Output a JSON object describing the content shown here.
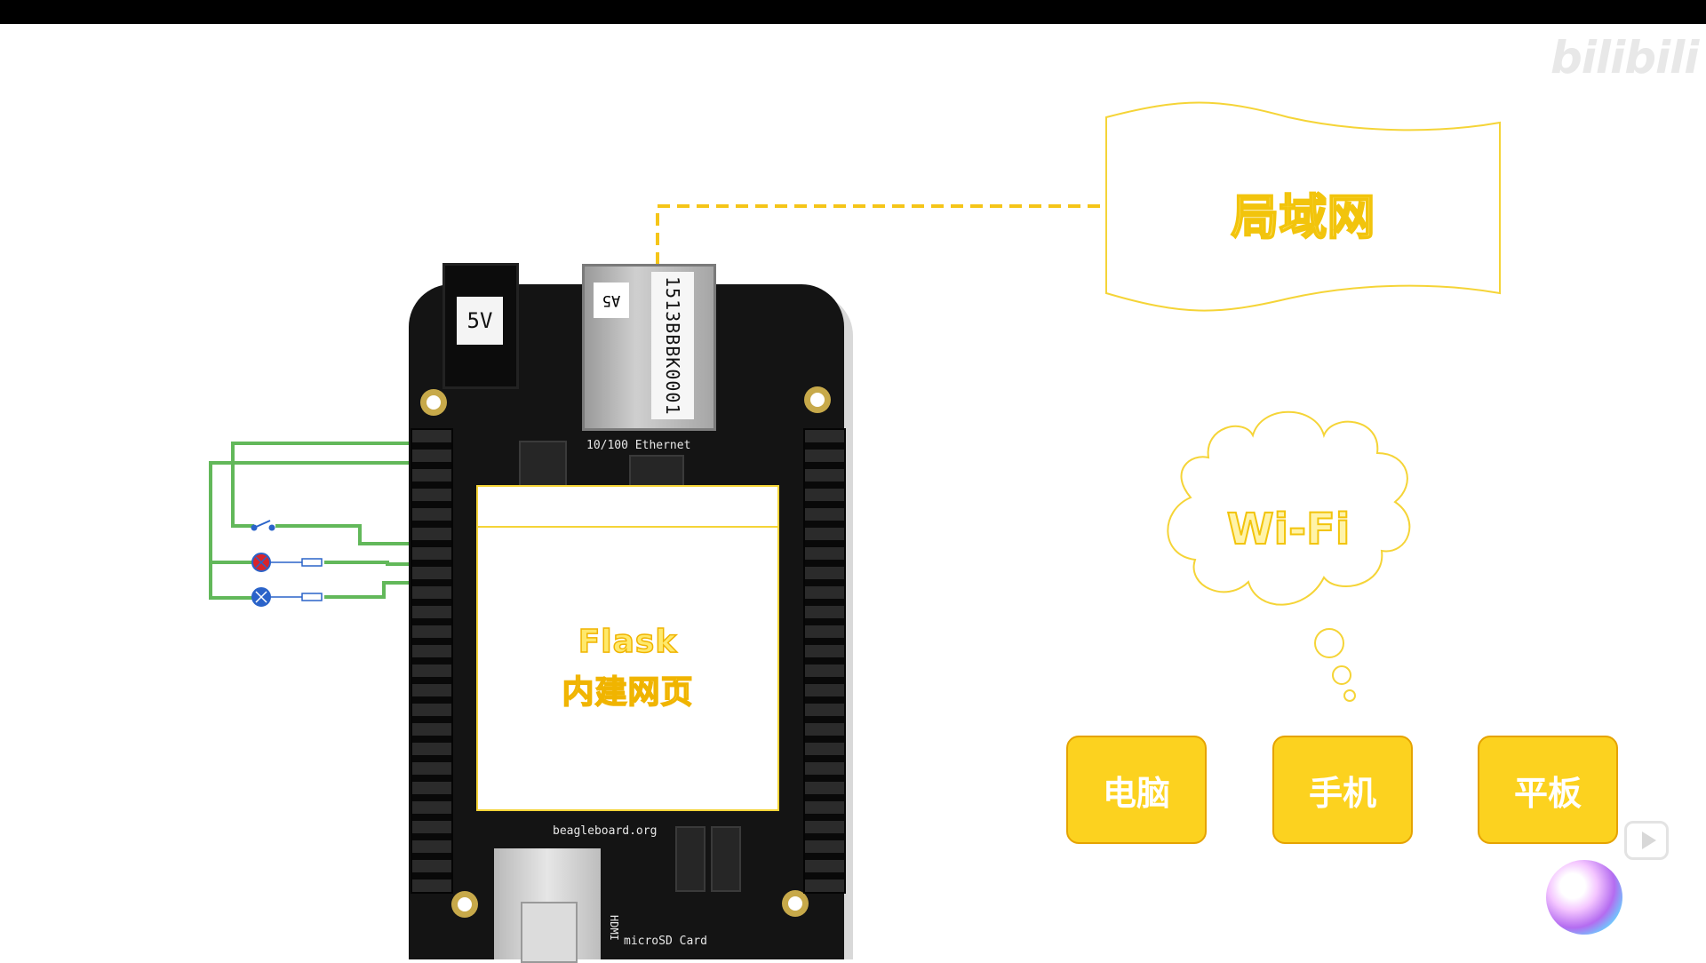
{
  "board": {
    "power_label": "5V",
    "eth_label": "1513BBBK0001",
    "eth_small_label": "A5",
    "ethernet_silk": "10/100 Ethernet",
    "hdmi_silk": "HDMI",
    "microsd_silk": "microSD Card",
    "website_silk": "beagleboard.org",
    "overlay_title": "Flask",
    "overlay_subtitle": "内建网页"
  },
  "network": {
    "lan_label": "局域网",
    "wifi_label": "Wi-Fi"
  },
  "devices": [
    {
      "label": "电脑"
    },
    {
      "label": "手机"
    },
    {
      "label": "平板"
    }
  ],
  "watermark": {
    "logo_text": "bilibili"
  },
  "colors": {
    "accent_yellow": "#fcd21f",
    "outline_yellow": "#f5d437",
    "wire_green": "#5cb85c",
    "led_red": "#d9242a",
    "led_blue": "#2a63c9"
  }
}
